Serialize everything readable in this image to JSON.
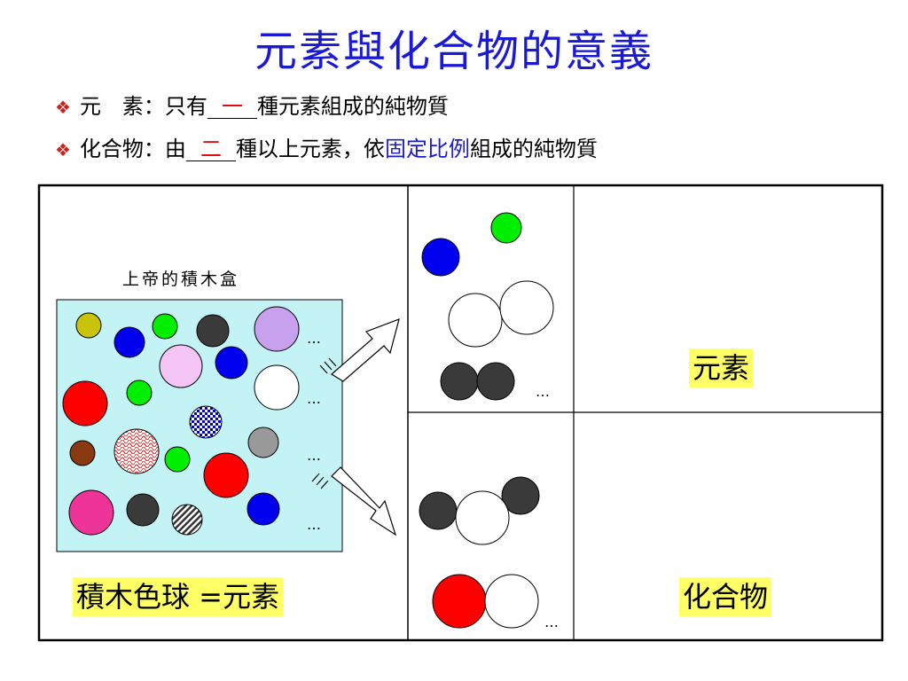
{
  "slide": {
    "title": "元素與化合物的意義",
    "line1": {
      "term": "元　素：只有",
      "blank": "一",
      "rest": "種元素組成的純物質"
    },
    "line2": {
      "term": "化合物：由",
      "blank": "二",
      "mid": "種以上元素，依",
      "highlight": "固定比例",
      "rest": "組成的純物質"
    }
  },
  "figure": {
    "box_label": "上帝的積木盒",
    "bottom_left_label": "積木色球 =元素",
    "element_label": "元素",
    "compound_label": "化合物",
    "ellipsis": "…",
    "colors": {
      "box_fill": "#c4f3f6",
      "highlight": "#ffff66",
      "blue": "#0000ee",
      "green": "#00ee00",
      "red": "#ff0000",
      "dark": "#3a3a3a",
      "white": "#ffffff",
      "purple": "#c7a0ee",
      "pink": "#f5c6f5",
      "olive": "#c9c30c",
      "brown": "#8a3a10",
      "magenta": "#ee3399",
      "gray": "#999999"
    }
  }
}
